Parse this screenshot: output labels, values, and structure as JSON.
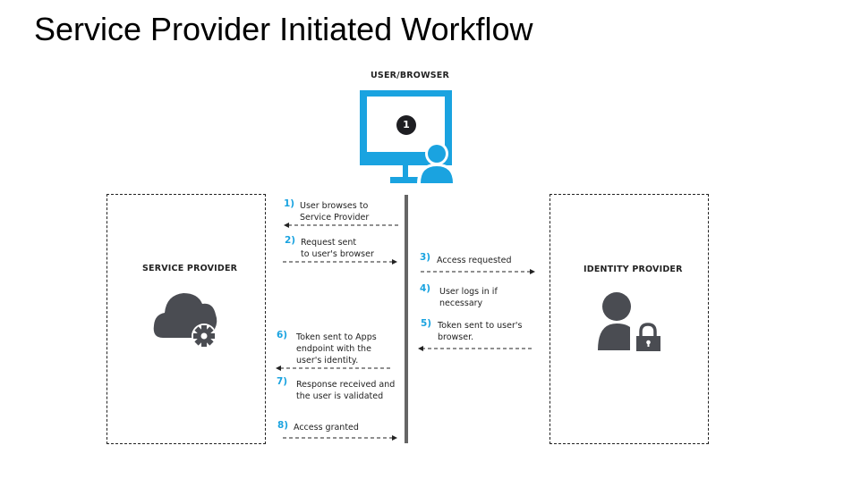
{
  "title": "Service Provider Initiated Workflow",
  "colors": {
    "accent": "#1aa3e0",
    "icon_gray": "#4a4c52",
    "line": "#666666",
    "badge": "#1e1e22"
  },
  "nodes": {
    "user": {
      "label": "USER/BROWSER",
      "icon": "monitor-user-icon",
      "badge": "1"
    },
    "service_provider": {
      "label": "SERVICE PROVIDER",
      "icon": "cloud-gear-icon"
    },
    "identity_provider": {
      "label": "IDENTITY PROVIDER",
      "icon": "user-lock-icon"
    }
  },
  "steps": [
    {
      "num": "1)",
      "lines": [
        "User browses to",
        "Service Provider"
      ],
      "direction": "to service provider"
    },
    {
      "num": "2)",
      "lines": [
        "Request sent",
        "to user's browser"
      ],
      "direction": "to user/browser"
    },
    {
      "num": "3)",
      "lines": [
        "Access requested"
      ],
      "direction": "to identity provider"
    },
    {
      "num": "4)",
      "lines": [
        "User logs in if",
        "necessary"
      ],
      "direction": "none"
    },
    {
      "num": "5)",
      "lines": [
        "Token sent to user's",
        "browser."
      ],
      "direction": "to user/browser"
    },
    {
      "num": "6)",
      "lines": [
        "Token sent to Apps",
        "endpoint with the",
        "user's identity."
      ],
      "direction": "to service provider"
    },
    {
      "num": "7)",
      "lines": [
        "Response received and",
        "the user is validated"
      ],
      "direction": "none"
    },
    {
      "num": "8)",
      "lines": [
        "Access granted"
      ],
      "direction": "to user/browser"
    }
  ]
}
